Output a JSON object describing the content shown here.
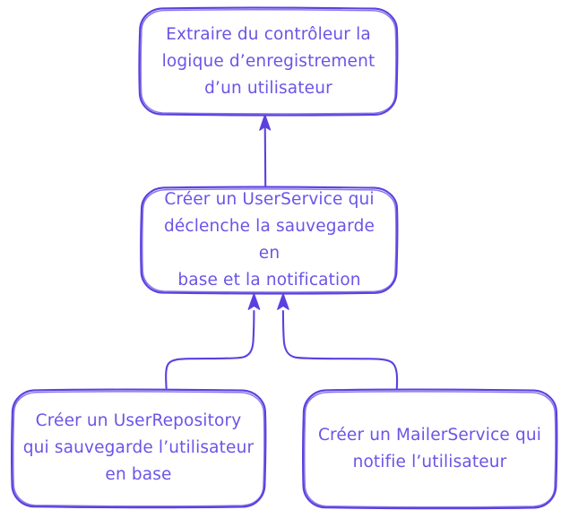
{
  "diagram": {
    "title": "Refactoring plan diagram",
    "style": "hand-drawn",
    "background_color": "#ffffff",
    "stroke_color": "#5b41e0",
    "text_color": "#6a55e8",
    "nodes": [
      {
        "id": "top",
        "label": "Extraire du contrôleur la\nlogique d’enregistrement\nd’un utilisateur",
        "lines": [
          "Extraire du contrôleur la",
          "logique d’enregistrement",
          "d’un utilisateur"
        ]
      },
      {
        "id": "middle",
        "label": "Créer un UserService qui\ndéclenche la sauvegarde en\nbase et la notification",
        "lines": [
          "Créer un UserService qui",
          "déclenche la sauvegarde en",
          "base et la notification"
        ]
      },
      {
        "id": "bottom-left",
        "label": "Créer un UserRepository\nqui sauvegarde l’utilisateur\nen base",
        "lines": [
          "Créer un UserRepository",
          "qui sauvegarde l’utilisateur",
          "en base"
        ]
      },
      {
        "id": "bottom-right",
        "label": "Créer un MailerService qui\nnotifie l’utilisateur",
        "lines": [
          "Créer un MailerService qui",
          "notifie l’utilisateur"
        ]
      }
    ],
    "edges": [
      {
        "id": "edge-mid-to-top",
        "from": "middle",
        "to": "top",
        "arrow": "up"
      },
      {
        "id": "edge-left-to-mid",
        "from": "bottom-left",
        "to": "middle",
        "arrow": "up"
      },
      {
        "id": "edge-right-to-mid",
        "from": "bottom-right",
        "to": "middle",
        "arrow": "up"
      }
    ]
  }
}
